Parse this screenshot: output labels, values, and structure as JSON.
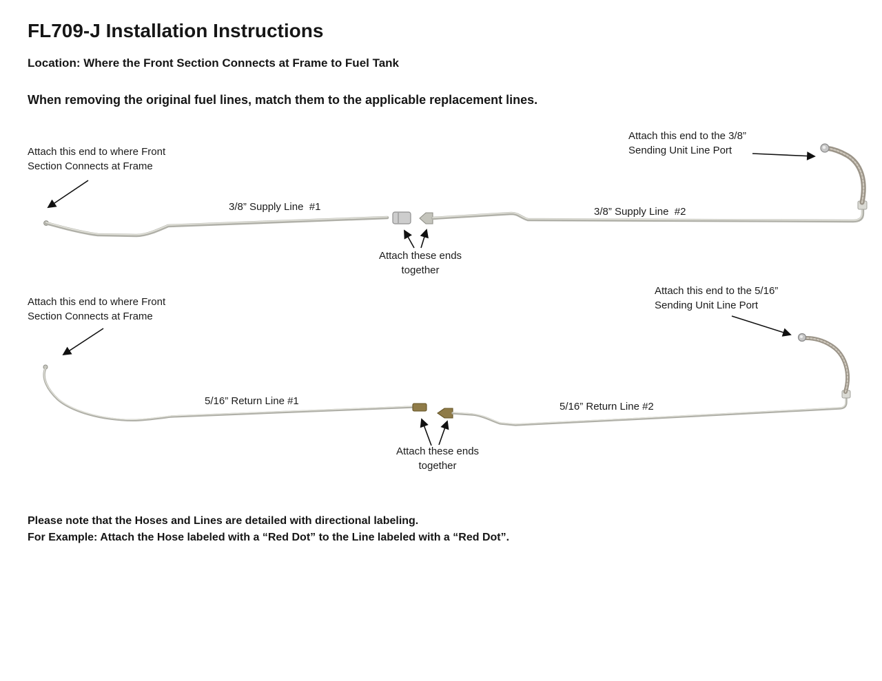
{
  "header": {
    "title": "FL709-J Installation Instructions",
    "location": "Location: Where the Front Section Connects at Frame to Fuel Tank",
    "instruction": "When removing the original fuel lines, match them to the applicable replacement lines."
  },
  "supply_section": {
    "frame_end_label": "Attach this end to where Front\nSection Connects at Frame",
    "sending_unit_label": "Attach this end to the 3/8”\nSending Unit Line Port",
    "line1_label": "3/8” Supply Line  #1",
    "line2_label": "3/8” Supply Line  #2",
    "attach_ends_label": "Attach these ends\ntogether"
  },
  "return_section": {
    "frame_end_label": "Attach this end to where Front\nSection Connects at Frame",
    "sending_unit_label": "Attach this end to the 5/16”\nSending Unit Line Port",
    "line1_label": "5/16” Return Line #1",
    "line2_label": "5/16” Return Line #2",
    "attach_ends_label": "Attach these ends\ntogether"
  },
  "footer": {
    "note_line1": "Please note that the Hoses and Lines are detailed with directional labeling.",
    "note_line2": "For Example: Attach the Hose labeled with a “Red Dot” to the Line labeled with a “Red Dot”."
  },
  "colors": {
    "background": "#ffffff",
    "text": "#161616",
    "steel_line": "#b0b0a8",
    "steel_highlight": "#e3e3db",
    "braided_hose": "#9b9488",
    "braided_highlight": "#d0cabf",
    "brass_fitting": "#8f7b48",
    "silver_fitting": "#cdcdcd",
    "arrow": "#111111"
  }
}
